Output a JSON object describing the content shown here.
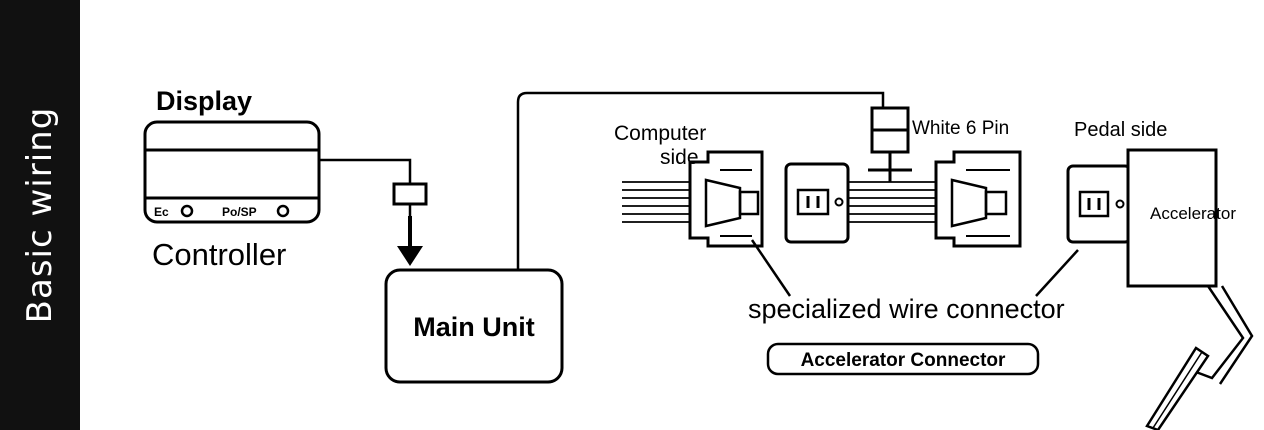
{
  "side_tab": {
    "title": "Basic wiring"
  },
  "controller": {
    "top_label": "Display",
    "bottom_label": "Controller",
    "button_eco_label": "Ec",
    "button_power_label": "Po/SP"
  },
  "main_unit": {
    "label": "Main Unit"
  },
  "labels": {
    "computer_side": "Computer side",
    "computer_side_line1": "Computer",
    "computer_side_line2": "side",
    "white_6_pin": "White 6 Pin",
    "pedal_side": "Pedal side",
    "accelerator": "Accelerator",
    "specialized_wire_connector": "specialized wire connector",
    "accelerator_connector": "Accelerator Connector"
  },
  "colors": {
    "line": "#000000",
    "tab_background": "#111111",
    "tab_text": "#ffffff",
    "background": "#ffffff"
  }
}
